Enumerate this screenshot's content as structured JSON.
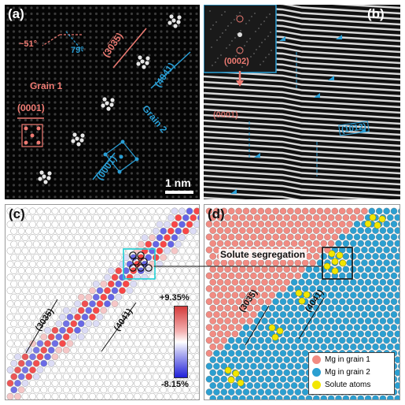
{
  "panels": {
    "a": {
      "label": "(a)",
      "angle1": "~51°",
      "angle2": "79°",
      "plane_red": "(30̅3̅5)",
      "plane_cyan": "(404̅1)",
      "grain1": "Grain 1",
      "grain2": "Grain 2",
      "basal_red": "(0001)",
      "basal_cyan": "(0001)",
      "scalebar": "1 nm"
    },
    "b": {
      "label": "(b)",
      "inset_label": "(0002)",
      "basal_red": "(0001)",
      "plane_cyan": "(10̅12)"
    },
    "c": {
      "label": "(c)",
      "plane1": "(30̅3̅5)",
      "plane2": "(404̅1)",
      "cbar_max": "+9.35%",
      "cbar_min": "-8.15%"
    },
    "d": {
      "label": "(d)",
      "plane1": "(30̅3̅5)",
      "plane2": "(404̅1)",
      "legend": [
        {
          "label": "Mg in grain 1",
          "color": "#f28b82"
        },
        {
          "label": "Mg in grain 2",
          "color": "#2b9fd1"
        },
        {
          "label": "Solute atoms",
          "color": "#f2e600"
        }
      ]
    },
    "annotation": "Solute segregation"
  },
  "colors": {
    "red_label": "#ef7b73",
    "cyan_label": "#2a9fd6",
    "grain1": "#f28b82",
    "grain2": "#2b9fd1",
    "solute": "#f2e600"
  }
}
